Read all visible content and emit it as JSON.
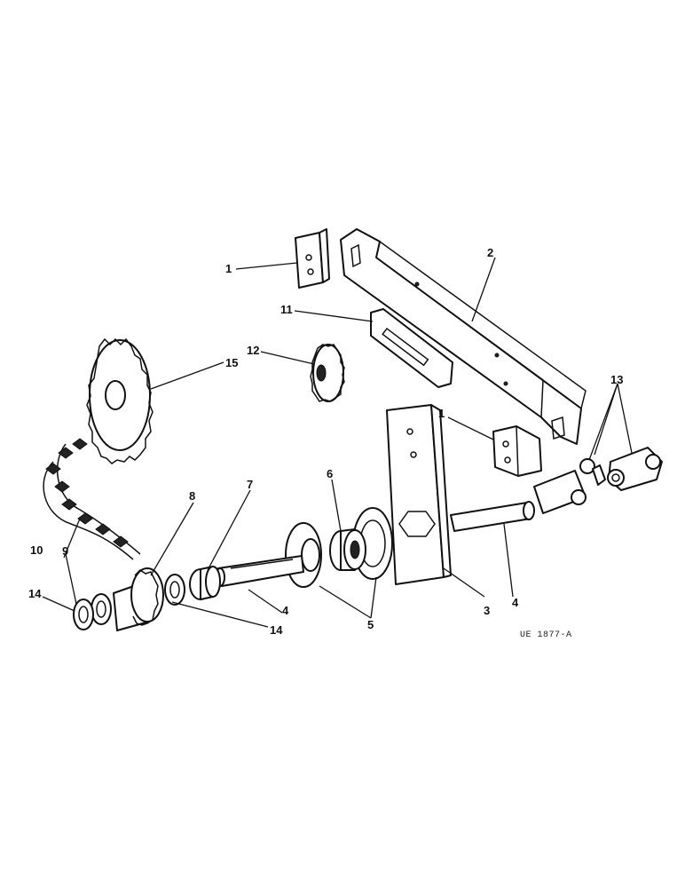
{
  "figure_code": "UE 1877-A",
  "callouts": {
    "c1_top": "1",
    "c1_mid": "1",
    "c2": "2",
    "c3": "3",
    "c4_shaft": "4",
    "c4_pin": "4",
    "c5": "5",
    "c6": "6",
    "c7": "7",
    "c8": "8",
    "c9": "9",
    "c10": "10",
    "c11": "11",
    "c12": "12",
    "c13": "13",
    "c14_left": "14",
    "c14_mid": "14",
    "c15": "15"
  }
}
